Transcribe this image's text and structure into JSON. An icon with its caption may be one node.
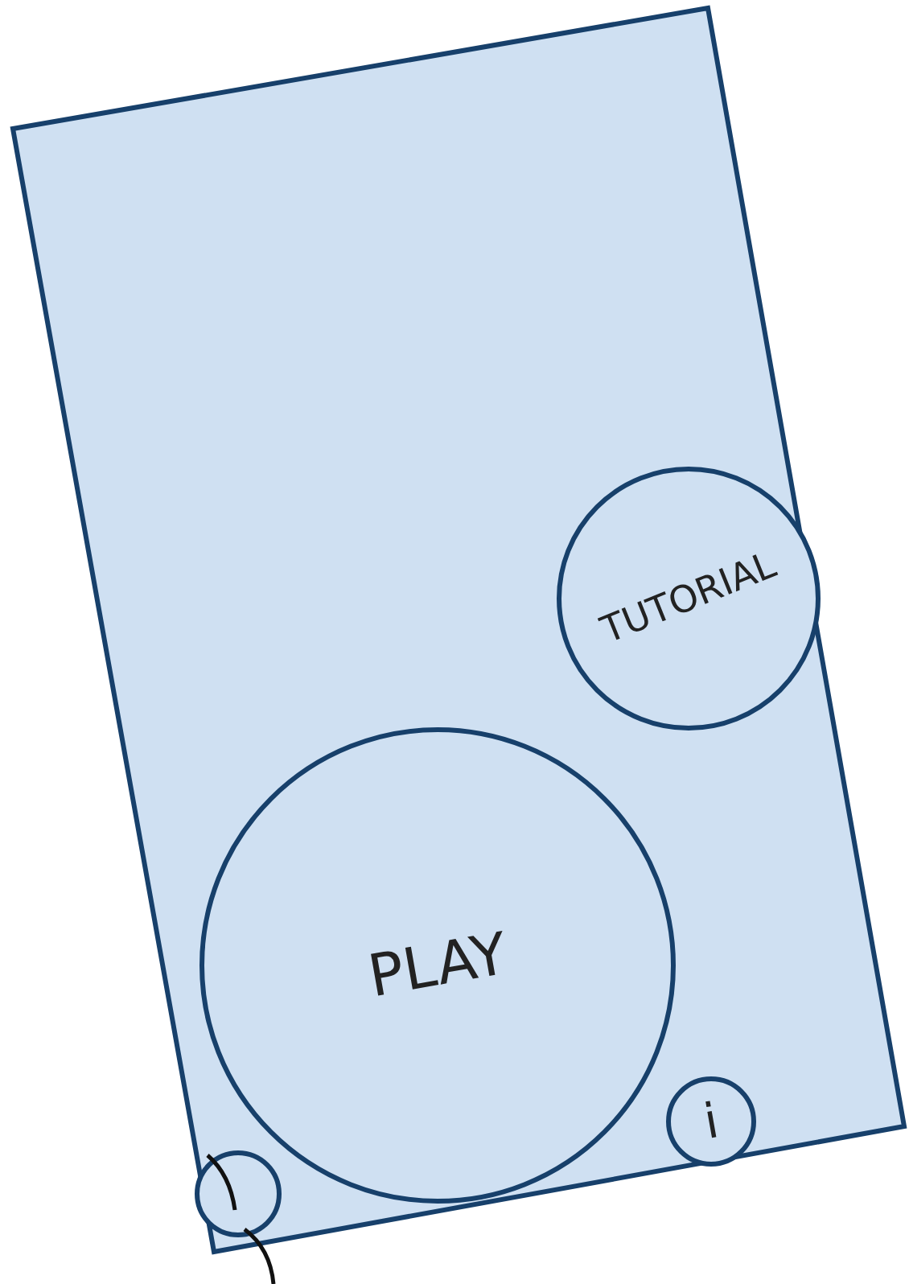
{
  "diagram": {
    "nodes": [
      {
        "text": [],
        "shape": "box"
      },
      {
        "text": [
          "TUTORIAL"
        ],
        "in": 0
      },
      {
        "text": [
          "PLAY"
        ],
        "in": 0
      },
      {
        "text": [
          "i"
        ],
        "in": 0
      },
      {
        "text": [],
        "shape": "circle",
        "in": 0
      }
    ]
  }
}
